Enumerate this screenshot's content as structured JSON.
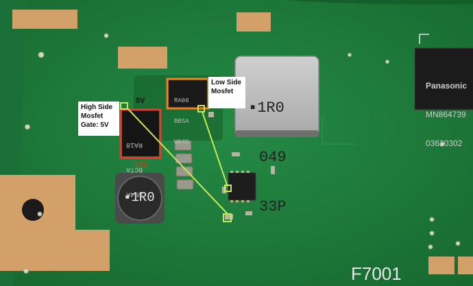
{
  "annotations": {
    "high_side": [
      "High Side",
      "Mosfet",
      "Gate: 5V"
    ],
    "low_side": [
      "Low Side",
      "Mosfet"
    ],
    "v5": "5V",
    "v12": "12V"
  },
  "markings": {
    "inductor_large": [
      "▪1R0",
      "049",
      "33P"
    ],
    "inductor_small": "▪1R0",
    "panasonic": [
      "Panasonic",
      "MN864739",
      "03620302"
    ],
    "low_mosfet": [
      "RA06",
      "BBSA",
      "W04K"
    ],
    "high_mosfet": [
      "W04K",
      "BCTA",
      "RA18"
    ],
    "board_ref": "F7001"
  },
  "colors": {
    "pcb": "#1e7a3c",
    "copper": "#d4a06a",
    "high_box": "#e53935",
    "low_box": "#f57c1f",
    "trace_line": "#c8e85a"
  }
}
